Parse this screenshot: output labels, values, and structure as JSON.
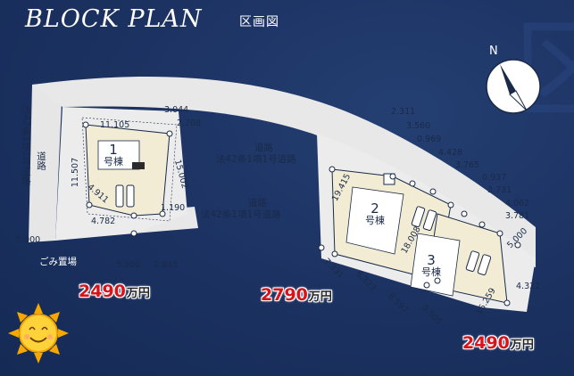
{
  "header": {
    "title": "BLOCK PLAN",
    "subtitle": "区画図"
  },
  "compass": {
    "label": "N"
  },
  "roads": {
    "left_vertical_label": "法42条1項1号道路",
    "left_road_word": "道路",
    "center_label_line1": "道路",
    "center_label_line2": "法42条1項1号道路",
    "lower_label_line1": "道路",
    "lower_label_line2": "法42条1項1号道路"
  },
  "garbage_area": "ごみ置場",
  "lots": [
    {
      "num": "1",
      "suffix": "号棟",
      "price_value": "2490",
      "price_unit": "万円"
    },
    {
      "num": "2",
      "suffix": "号棟",
      "price_value": "2790",
      "price_unit": "万円"
    },
    {
      "num": "3",
      "suffix": "号棟",
      "price_value": "2490",
      "price_unit": "万円"
    }
  ],
  "dimensions": {
    "lot1": [
      "11.105",
      "3.044",
      "2.208",
      "11.507",
      "15.002",
      "4.911",
      "1.190",
      "4.782",
      "5.000",
      "2.845",
      "5.000"
    ],
    "lot2": [
      "2.311",
      "3.560",
      "0.969",
      "4.428",
      "3.765",
      "19.415",
      "18.008",
      "7.331",
      "6.323"
    ],
    "lot3": [
      "0.937",
      "3.731",
      "4.062",
      "3.781",
      "5.000",
      "15.259",
      "4.322",
      "8.597",
      "5.505"
    ]
  }
}
